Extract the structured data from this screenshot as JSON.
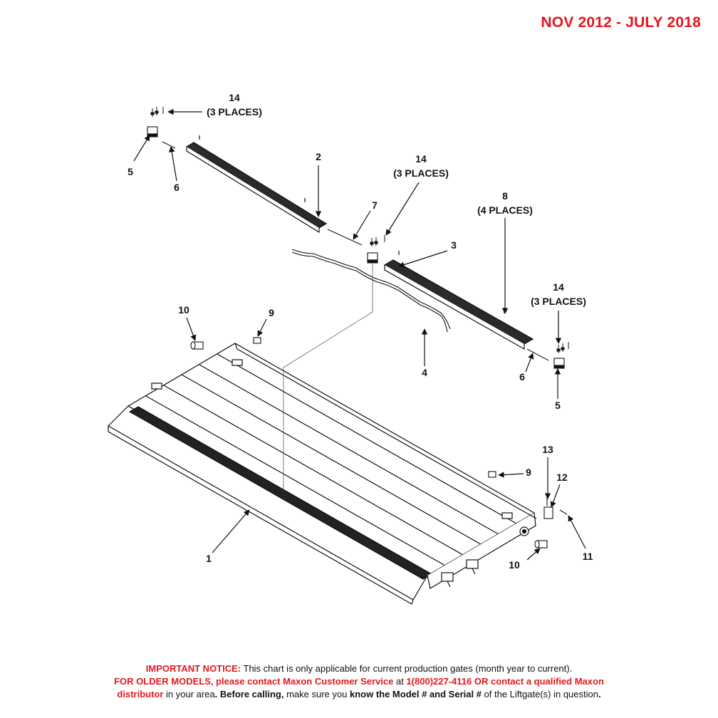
{
  "header": {
    "date_range": "NOV 2012 - JULY 2018"
  },
  "callouts": {
    "c1": "1",
    "c2": "2",
    "c3": "3",
    "c4": "4",
    "c5a": "5",
    "c5b": "5",
    "c6a": "6",
    "c6b": "6",
    "c7": "7",
    "c8": "8",
    "c8_places": "(4 PLACES)",
    "c9a": "9",
    "c9b": "9",
    "c10a": "10",
    "c10b": "10",
    "c11": "11",
    "c12": "12",
    "c13": "13",
    "c14a": "14",
    "c14a_places": "(3 PLACES)",
    "c14b": "14",
    "c14b_places": "(3 PLACES)",
    "c14c": "14",
    "c14c_places": "(3 PLACES)"
  },
  "notice": {
    "line1_label": "IMPORTANT NOTICE:",
    "line1_text": " This chart is only applicable for current production gates (month year to current).",
    "line2_text": "FOR OLDER MODELS, please contact Maxon Customer Service",
    "line2_at": " at ",
    "line2_phone": "1(800)227-4116 OR contact a qualified Maxon",
    "line3_distributor": "distributor",
    "line3_area": " in your area",
    "line3_before": ". Before calling,",
    "line3_make_sure": " make sure you ",
    "line3_know": "know the Model # and Serial #",
    "line3_end": " of the Liftgate(s) in question",
    "line3_period": "."
  },
  "colors": {
    "accent_red": "#e3171b",
    "ink": "#111111"
  }
}
